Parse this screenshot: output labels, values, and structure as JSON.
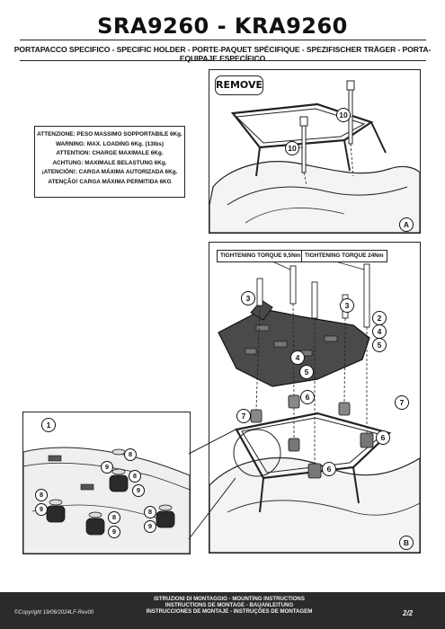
{
  "header": {
    "title": "SRA9260 - KRA9260",
    "subtitle": "PORTAPACCO SPECIFICO - SPECIFIC HOLDER - PORTE-PAQUET SPÉCIFIQUE - SPEZIFISCHER TRÄGER - PORTA-EQUIPAJE ESPECÍFICO"
  },
  "warning": {
    "lines": [
      "ATTENZIONE: PESO MASSIMO SOPPORTABILE 6Kg.",
      "WARNING: MAX. LOADING 6Kg. (13lbs)",
      "ATTENTION: CHARGE MAXIMALE 6Kg.",
      "ACHTUNG: MAXIMALE BELASTUNG 6Kg.",
      "¡ATENCIÓN!: CARGA MÁXIMA AUTORIZADA 6Kg.",
      "ATENÇÃO! CARGA MÁXIMA PERMITIDA 6KG"
    ]
  },
  "panel_a": {
    "tag": "REMOVE",
    "view_label": "A",
    "callouts": [
      "10",
      "10"
    ]
  },
  "panel_b": {
    "view_label": "B",
    "torque_left": "TIGHTENING TORQUE 9,5Nm",
    "torque_right": "TIGHTENING TORQUE 24Nm",
    "callouts": [
      "3",
      "3",
      "2",
      "4",
      "5",
      "4",
      "5",
      "6",
      "7",
      "7",
      "6",
      "6"
    ]
  },
  "detail": {
    "callouts": [
      "1",
      "8",
      "9",
      "8",
      "9",
      "8",
      "9",
      "8",
      "9",
      "8",
      "9"
    ]
  },
  "footer": {
    "copyright": "©Copyright 19/06/2024LF-Rev00",
    "instructions": [
      "ISTRUZIONI DI MONTAGGIO  -  MOUNTING INSTRUCTIONS",
      "INSTRUCTIONS DE MONTAGE - BAUANLEITUNG",
      "INSTRUCCIONES DE MONTAJE - INSTRUÇÕES DE MONTAGEM"
    ],
    "page": "2/2"
  },
  "colors": {
    "ink": "#111111",
    "footer_bg": "#2b2b2b",
    "rack_fill": "#4a4a4a",
    "rubber_fill": "#2a2a2a"
  }
}
